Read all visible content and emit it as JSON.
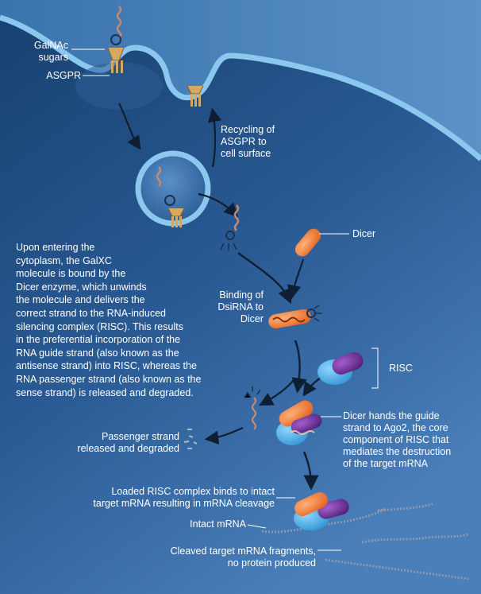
{
  "labels": {
    "galnac_line1": "GalNAc",
    "galnac_line2": "sugars",
    "asgpr": "ASGPR",
    "recycling_line1": "Recycling of",
    "recycling_line2": "ASGPR to",
    "recycling_line3": "cell surface",
    "dicer": "Dicer",
    "binding_line1": "Binding of",
    "binding_line2": "DsiRNA to",
    "binding_line3": "Dicer",
    "risc": "RISC",
    "handoff_line1": "Dicer hands the guide",
    "handoff_line2": "strand to Ago2, the core",
    "handoff_line3": "component of RISC that",
    "handoff_line4": "mediates the destruction",
    "handoff_line5": "of the target mRNA",
    "passenger_line1": "Passenger strand",
    "passenger_line2": "released and degraded",
    "loaded_line1": "Loaded RISC complex binds to intact",
    "loaded_line2": "target mRNA resulting in mRNA cleavage",
    "intact_mrna": "Intact mRNA",
    "cleaved_line1": "Cleaved target mRNA fragments,",
    "cleaved_line2": "no protein produced"
  },
  "description_lines": [
    "Upon entering the",
    "cytoplasm, the GalXC",
    "molecule is bound by the",
    "Dicer enzyme, which unwinds",
    "the molecule and delivers the",
    "correct strand to the RNA-induced",
    "silencing complex (RISC). This results",
    "in the preferential incorporation of the",
    "RNA guide strand (also known as the",
    "antisense strand) into RISC, whereas the",
    "RNA passenger strand (also known as the",
    "sense strand) is released and degraded."
  ],
  "colors": {
    "background_top": "#1b4473",
    "background_bottom": "#3b6ea7",
    "membrane": "#8cc8ee",
    "dicer": "#f07a2a",
    "risc_purple": "#6b2c8e",
    "risc_blue": "#3aa2dc",
    "rna": "#c08a74",
    "receptor": "#d7a860"
  }
}
